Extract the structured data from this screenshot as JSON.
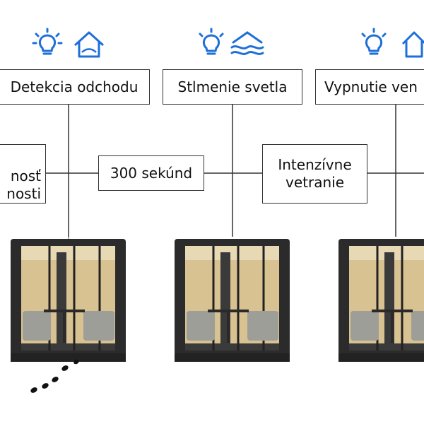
{
  "steps": [
    {
      "label": "Detekcia odchodu"
    },
    {
      "label": "Stlmenie svetla"
    },
    {
      "label": "Vypnutie ven"
    }
  ],
  "connectors": {
    "left": {
      "line1": "nosť",
      "line2": "nosti"
    },
    "mid": {
      "label": "300 sekúnd"
    },
    "right": {
      "line1": "Intenzívne",
      "line2": "vetranie"
    }
  },
  "icons": [
    "light-bulb-icon",
    "house-person-icon",
    "light-bulb-icon",
    "ventilation-wind-icon",
    "light-bulb-icon",
    "house-icon",
    "footprints-icon"
  ],
  "colors": {
    "icon_blue": "#1e6fd9",
    "line": "#333333",
    "booth_frame": "#2b2b2b",
    "booth_interior": "#dcc79a"
  }
}
